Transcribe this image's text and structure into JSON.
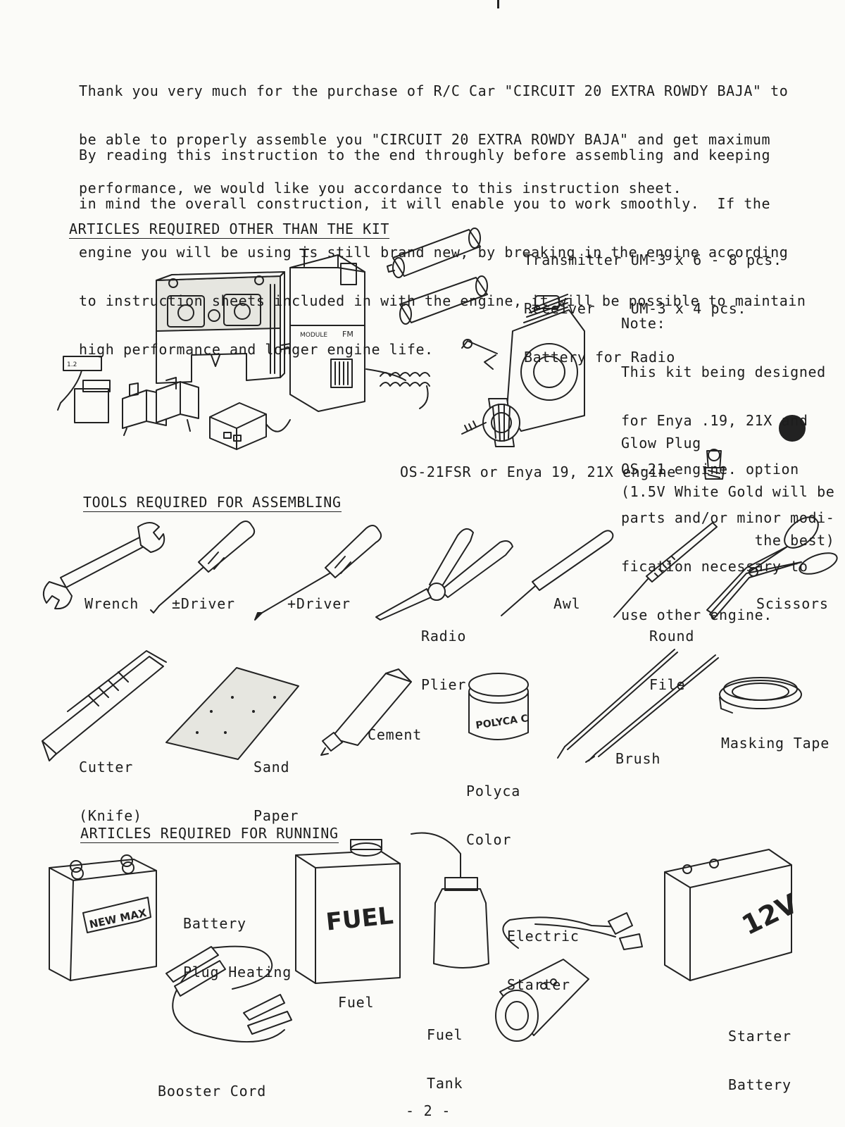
{
  "page": {
    "intro": {
      "p1": [
        "Thank you very much for the purchase of R/C Car \"CIRCUIT 20 EXTRA ROWDY BAJA\" to",
        "be able to properly assemble you \"CIRCUIT 20 EXTRA ROWDY BAJA\" and get maximum",
        "performance, we would like you accordance to this instruction sheet."
      ],
      "p2": [
        "By reading this instruction to the end throughly before assembling and keeping",
        "in mind the overall construction, it will enable you to work smoothly.  If the",
        "engine you will be using is still brand new, by breaking in the engine according",
        "to instruction sheets included in with the engine, it will be possible to maintain",
        "high performance and longer engine life."
      ]
    },
    "section_articles": {
      "heading": "ARTICLES REQUIRED OTHER THAN THE KIT",
      "battery_text": [
        "Transmitter UM-3 x 6 - 8 pcs.",
        "Receiver    UM-3 x 4 pcs.",
        "Battery for Radio"
      ],
      "note": [
        "Note:",
        "This kit being designed",
        "for Enya .19, 21X and",
        "OS-21 engine. option",
        "parts and/or minor modi-",
        "fication necessary to",
        "use other engine."
      ],
      "glow_plug": [
        "Glow Plug",
        "(1.5V White Gold will be",
        "               the best)"
      ],
      "engine_caption": "OS-21FSR or Enya 19, 21X engine",
      "tx_label_a": "FM",
      "tx_label_b": "MODULE"
    },
    "section_tools": {
      "heading": "TOOLS REQUIRED FOR ASSEMBLING",
      "wrench": "Wrench",
      "minus_driver": "±Driver",
      "plus_driver": "+Driver",
      "radio_plier": [
        "Radio",
        "Plier"
      ],
      "awl": "Awl",
      "round_file": [
        "Round",
        "File"
      ],
      "scissors": "Scissors",
      "cutter": [
        "Cutter",
        "(Knife)"
      ],
      "sand_paper": [
        "Sand",
        "Paper"
      ],
      "cement": "Cement",
      "polyca_color": [
        "Polyca",
        "Color"
      ],
      "polyca_jar_text": "POLYCA C",
      "brush": "Brush",
      "masking_tape": "Masking Tape"
    },
    "section_running": {
      "heading": "ARTICLES REQUIRED FOR RUNNING",
      "battery_plug": [
        "Battery",
        "Plug Heating"
      ],
      "battery_brand": "NEW MAX",
      "fuel_can_text": "FUEL",
      "fuel": "Fuel",
      "fuel_tank": [
        "Fuel",
        "Tank"
      ],
      "electric_starter": [
        "Electric",
        "Starter"
      ],
      "battery_12v": "12V",
      "starter_battery": [
        "Starter",
        "Battery"
      ],
      "booster_cord": "Booster Cord"
    },
    "page_number": "- 2 -"
  }
}
